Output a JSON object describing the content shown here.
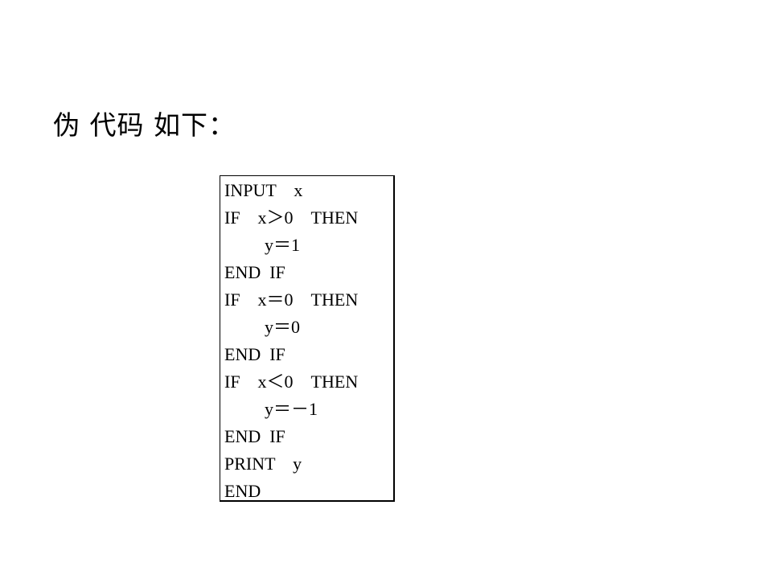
{
  "heading": "伪 代码 如下：",
  "code": {
    "lines": [
      "INPUT　x",
      "IF　x＞0　THEN",
      "y＝1",
      "END  IF",
      "IF　x＝0　THEN",
      "y＝0",
      "END  IF",
      "IF　x＜0　THEN",
      "y＝－1",
      "END  IF",
      "PRINT　y",
      "END"
    ]
  }
}
